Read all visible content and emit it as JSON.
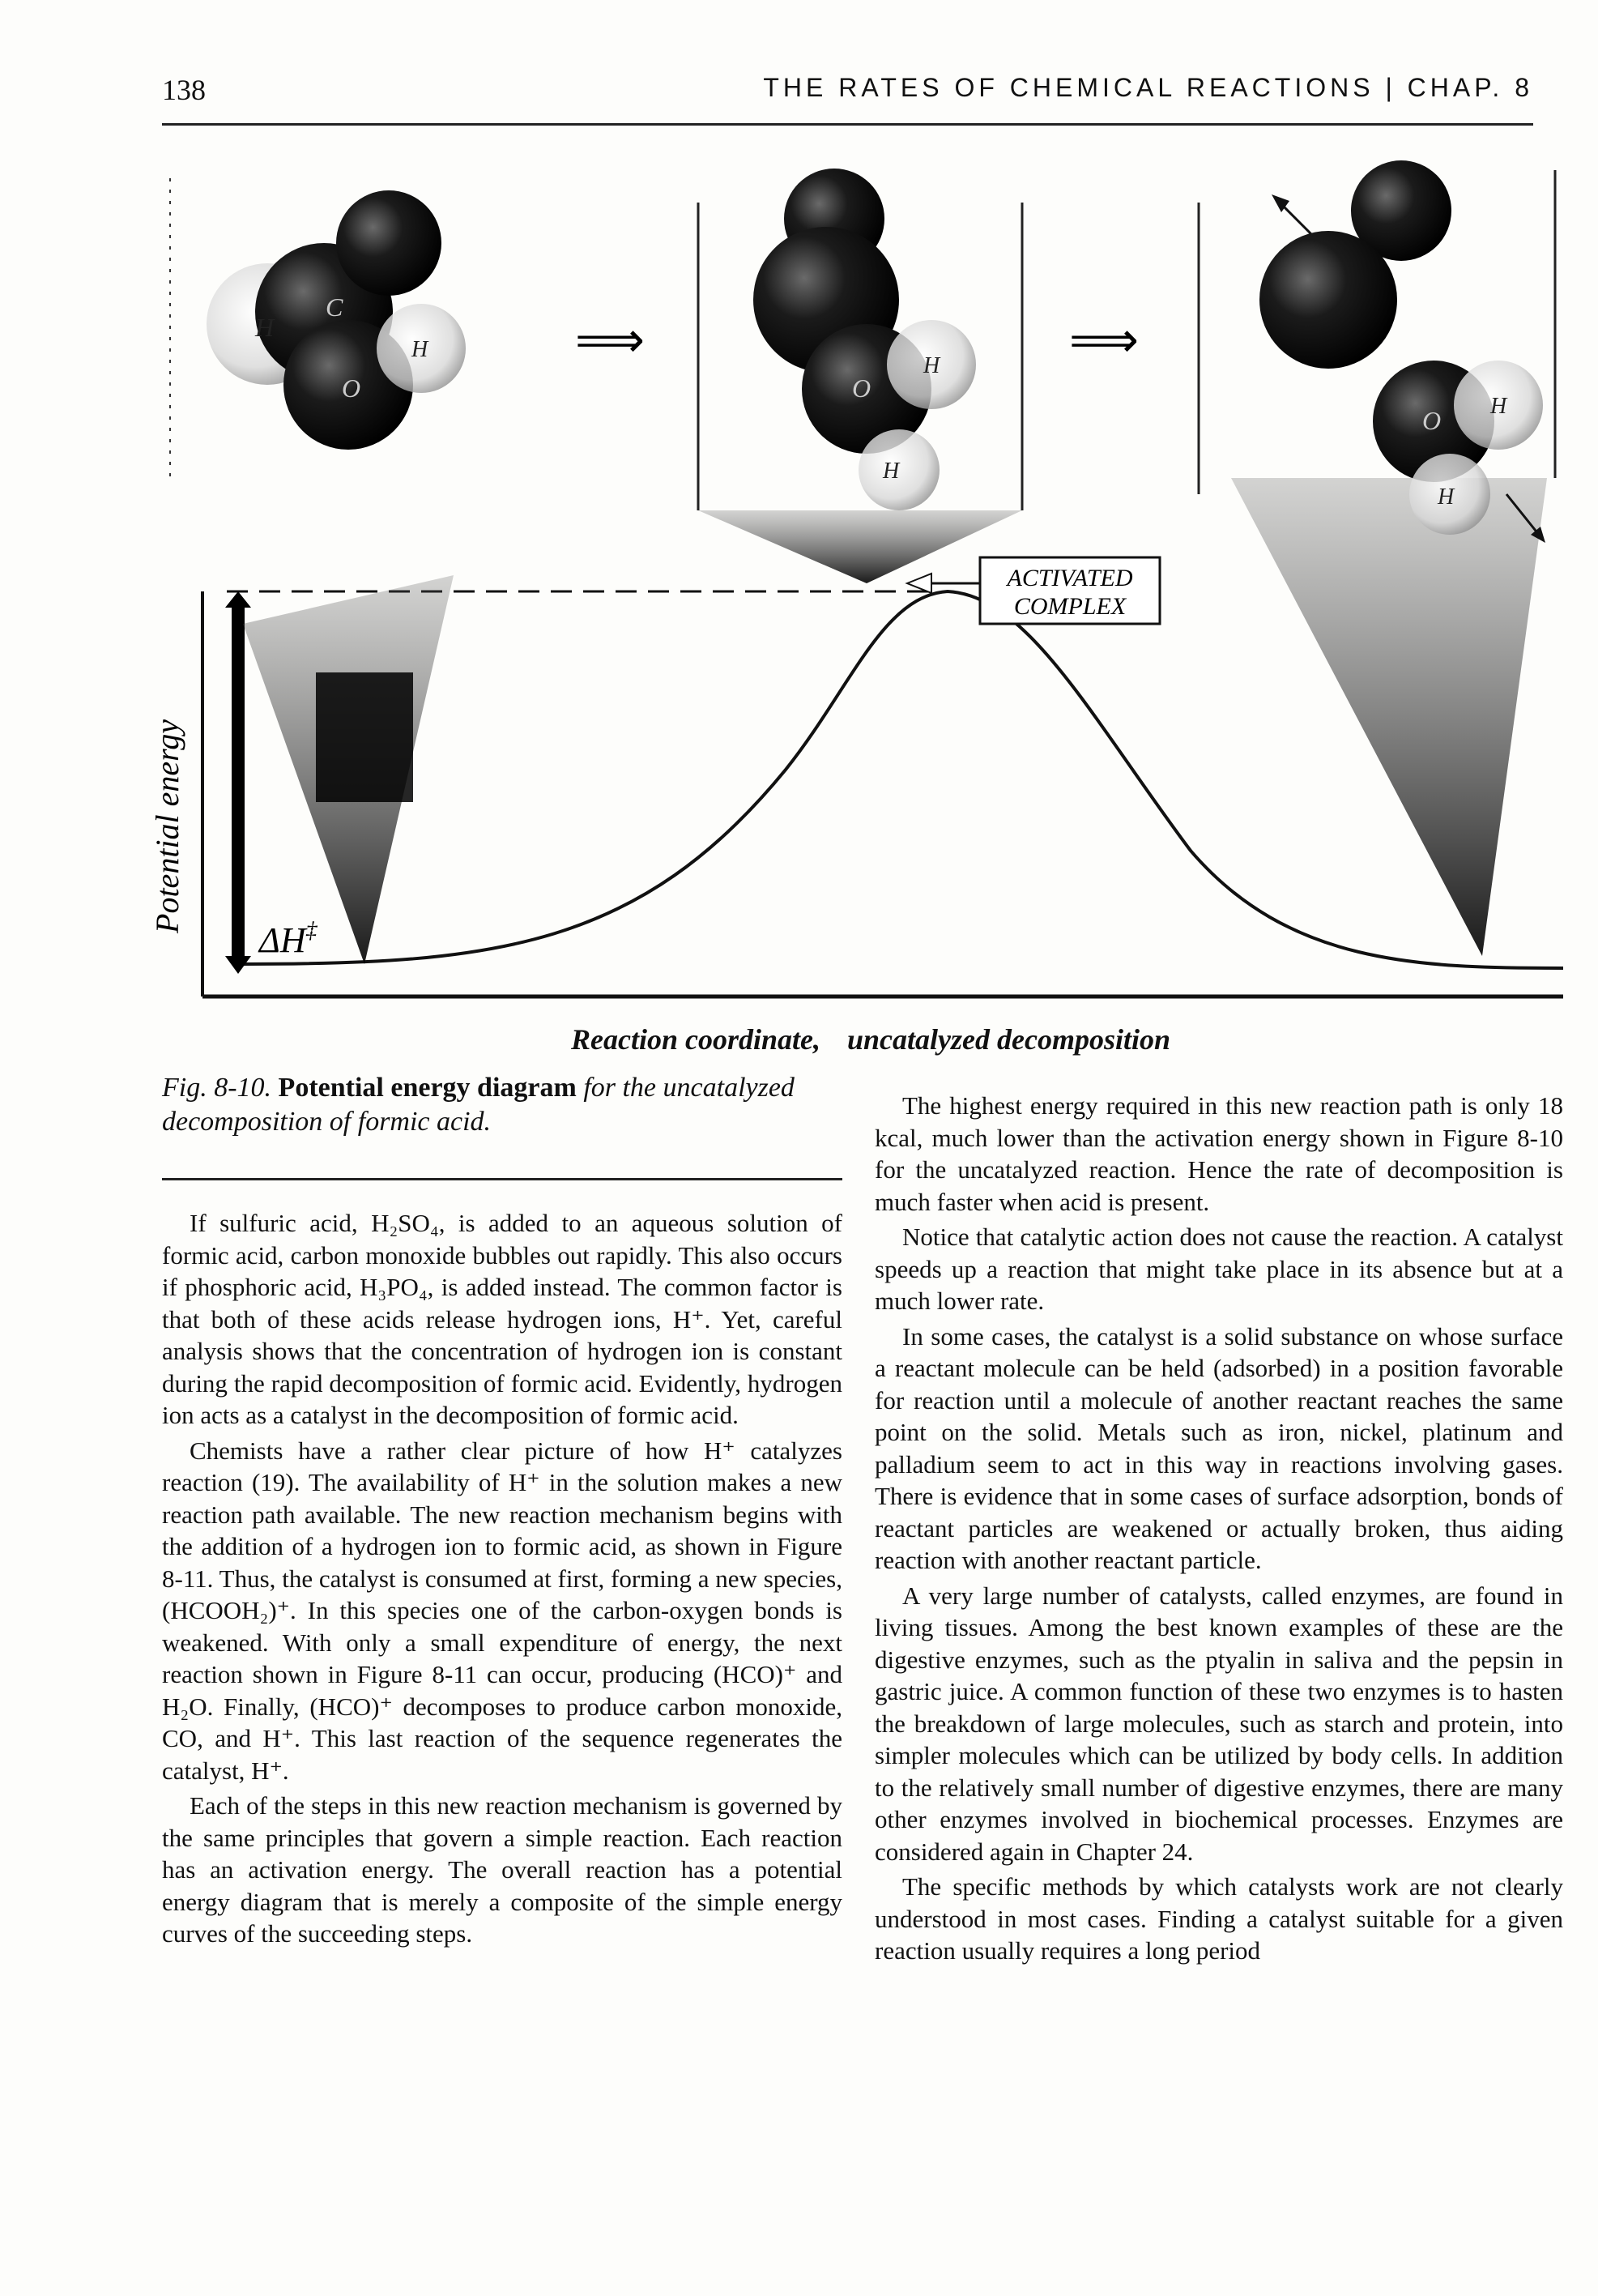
{
  "header": {
    "page_number": "138",
    "running_head": "THE RATES OF CHEMICAL REACTIONS | CHAP. 8"
  },
  "figure": {
    "y_axis_label": "Potential energy",
    "x_axis_label_1": "Reaction coordinate,",
    "x_axis_label_2": "uncatalyzed decomposition",
    "activated_complex_1": "ACTIVATED",
    "activated_complex_2": "COMPLEX",
    "delta_h_label": "ΔH",
    "delta_h_sup": "‡",
    "arrow_1": "⟹",
    "arrow_2": "⟹",
    "atom_labels": [
      "H",
      "C",
      "O",
      "H",
      "O",
      "H",
      "H",
      "O",
      "H",
      "H"
    ]
  },
  "caption": {
    "number": "Fig. 8-10.",
    "title": "Potential energy diagram",
    "rest": "for the uncatalyzed decomposition of formic acid."
  },
  "left_column": [
    "If sulfuric acid, H₂SO₄, is added to an aqueous solution of formic acid, carbon monoxide bubbles out rapidly. This also occurs if phosphoric acid, H₃PO₄, is added instead. The common factor is that both of these acids release hydrogen ions, H⁺. Yet, careful analysis shows that the concentration of hydrogen ion is constant during the rapid decomposition of formic acid. Evidently, hydrogen ion acts as a catalyst in the decomposition of formic acid.",
    "Chemists have a rather clear picture of how H⁺ catalyzes reaction (19). The availability of H⁺ in the solution makes a new reaction path available. The new reaction mechanism begins with the addition of a hydrogen ion to formic acid, as shown in Figure 8-11. Thus, the catalyst is consumed at first, forming a new species, (HCOOH₂)⁺. In this species one of the carbon-oxygen bonds is weakened. With only a small expenditure of energy, the next reaction shown in Figure 8-11 can occur, producing (HCO)⁺ and H₂O. Finally, (HCO)⁺ decomposes to produce carbon monoxide, CO, and H⁺. This last reaction of the sequence regenerates the catalyst, H⁺.",
    "Each of the steps in this new reaction mechanism is governed by the same principles that govern a simple reaction. Each reaction has an activation energy. The overall reaction has a potential energy diagram that is merely a composite of the simple energy curves of the succeeding steps."
  ],
  "right_column": [
    "The highest energy required in this new reaction path is only 18 kcal, much lower than the activation energy shown in Figure 8-10 for the uncatalyzed reaction. Hence the rate of decomposition is much faster when acid is present.",
    "Notice that catalytic action does not cause the reaction. A catalyst speeds up a reaction that might take place in its absence but at a much lower rate.",
    "In some cases, the catalyst is a solid substance on whose surface a reactant molecule can be held (adsorbed) in a position favorable for reaction until a molecule of another reactant reaches the same point on the solid. Metals such as iron, nickel, platinum and palladium seem to act in this way in reactions involving gases. There is evidence that in some cases of surface adsorption, bonds of reactant particles are weakened or actually broken, thus aiding reaction with another reactant particle.",
    "A very large number of catalysts, called enzymes, are found in living tissues. Among the best known examples of these are the digestive enzymes, such as the ptyalin in saliva and the pepsin in gastric juice. A common function of these two enzymes is to hasten the breakdown of large molecules, such as starch and protein, into simpler molecules which can be utilized by body cells. In addition to the relatively small number of digestive enzymes, there are many other enzymes involved in biochemical processes. Enzymes are considered again in Chapter 24.",
    "The specific methods by which catalysts work are not clearly understood in most cases. Finding a catalyst suitable for a given reaction usually requires a long period"
  ]
}
